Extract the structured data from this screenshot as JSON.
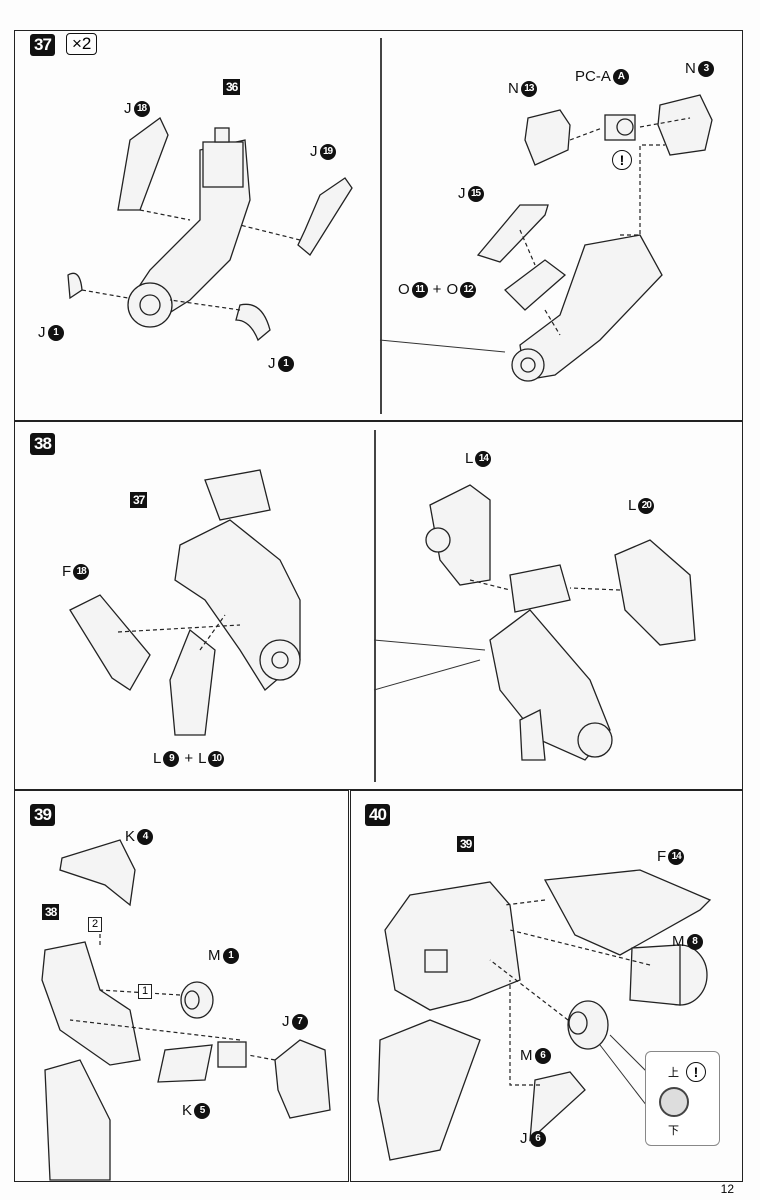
{
  "page_number": "12",
  "step37": {
    "step": "37",
    "multiplier": "×2",
    "left": {
      "assembly_ref": "36",
      "labels": [
        {
          "letter": "J",
          "num": "18"
        },
        {
          "letter": "J",
          "num": "19"
        },
        {
          "letter": "J",
          "num": "1"
        },
        {
          "letter": "J",
          "num": "1"
        }
      ]
    },
    "right": {
      "labels": [
        {
          "letter": "N",
          "num": "13"
        },
        {
          "letter": "PC-A",
          "num": "A"
        },
        {
          "letter": "N",
          "num": "3"
        },
        {
          "letter": "J",
          "num": "15"
        }
      ],
      "combo": {
        "a_letter": "O",
        "a_num": "11",
        "plus": "+",
        "b_letter": "O",
        "b_num": "12"
      },
      "warning": "!"
    }
  },
  "step38": {
    "step": "38",
    "left": {
      "assembly_ref": "37",
      "labels": [
        {
          "letter": "F",
          "num": "18"
        }
      ],
      "combo": {
        "a_letter": "L",
        "a_num": "9",
        "plus": "+",
        "b_letter": "L",
        "b_num": "10"
      }
    },
    "right": {
      "labels": [
        {
          "letter": "L",
          "num": "14"
        },
        {
          "letter": "L",
          "num": "20"
        }
      ]
    }
  },
  "step39": {
    "step": "39",
    "assembly_ref": "38",
    "labels": [
      {
        "letter": "K",
        "num": "4"
      },
      {
        "letter": "M",
        "num": "1"
      },
      {
        "letter": "J",
        "num": "7"
      },
      {
        "letter": "K",
        "num": "5"
      }
    ],
    "order": [
      "1",
      "2"
    ]
  },
  "step40": {
    "step": "40",
    "assembly_ref": "39",
    "labels": [
      {
        "letter": "F",
        "num": "14"
      },
      {
        "letter": "M",
        "num": "8"
      },
      {
        "letter": "M",
        "num": "6"
      },
      {
        "letter": "J",
        "num": "6"
      }
    ],
    "note": {
      "top": "上",
      "bottom": "下",
      "warning": "!"
    }
  }
}
